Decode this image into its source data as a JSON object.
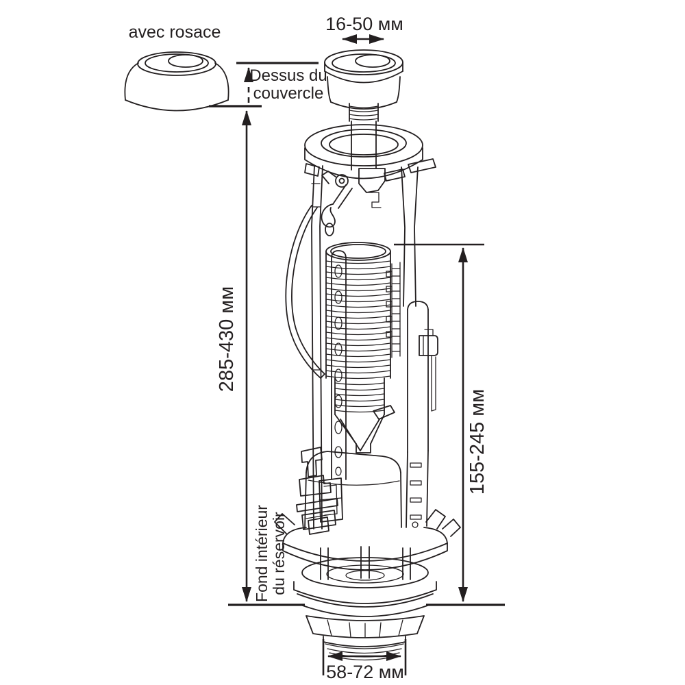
{
  "labels": {
    "avec_rosace": "avec rosace",
    "dessus_du": "Dessus du",
    "couvercle": "couvercle",
    "fond_interieur": "Fond intérieur",
    "du_reservoir": "du réservoir"
  },
  "dims": {
    "button_width": "16-50 мм",
    "total_height": "285-430 мм",
    "overflow_height": "155-245 мм",
    "base_diameter": "58-72 мм"
  },
  "colors": {
    "ink": "#231f20",
    "background": "#ffffff"
  }
}
